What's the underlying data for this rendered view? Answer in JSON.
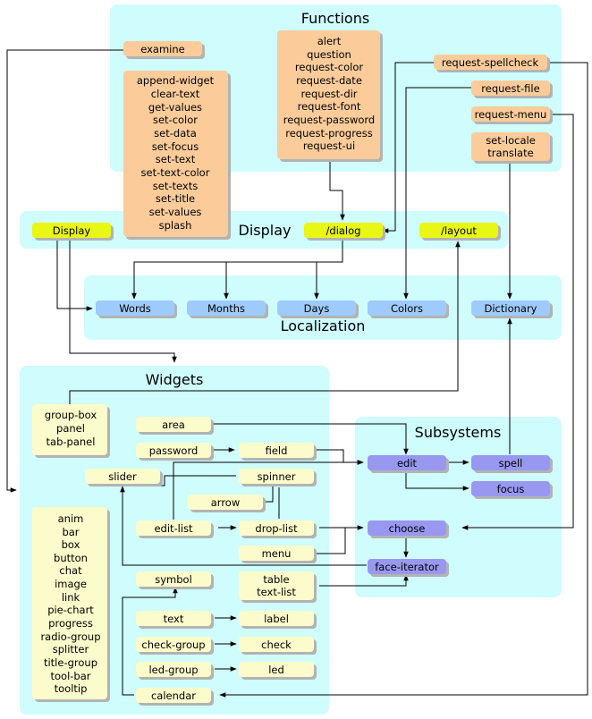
{
  "titles": {
    "functions": "Functions",
    "display": "Display",
    "localization": "Localization",
    "widgets": "Widgets",
    "subsystems": "Subsystems"
  },
  "functions": {
    "examine": "examine",
    "setters": [
      "append-widget",
      "clear-text",
      "get-values",
      "set-color",
      "set-data",
      "set-focus",
      "set-text",
      "set-text-color",
      "set-texts",
      "set-title",
      "set-values",
      "splash"
    ],
    "requests": [
      "alert",
      "question",
      "request-color",
      "request-date",
      "request-dir",
      "request-font",
      "request-password",
      "request-progress",
      "request-ui"
    ],
    "request_spellcheck": "request-spellcheck",
    "request_file": "request-file",
    "request_menu": "request-menu",
    "locale": [
      "set-locale",
      "translate"
    ]
  },
  "display": {
    "display": "Display",
    "dialog": "/dialog",
    "layout": "/layout"
  },
  "localization": {
    "words": "Words",
    "months": "Months",
    "days": "Days",
    "colors": "Colors",
    "dictionary": "Dictionary"
  },
  "widgets": {
    "panels": [
      "group-box",
      "panel",
      "tab-panel"
    ],
    "misc": [
      "anim",
      "bar",
      "box",
      "button",
      "chat",
      "image",
      "link",
      "pie-chart",
      "progress",
      "radio-group",
      "splitter",
      "title-group",
      "tool-bar",
      "tooltip"
    ],
    "area": "area",
    "password": "password",
    "field": "field",
    "slider": "slider",
    "spinner": "spinner",
    "arrow": "arrow",
    "edit_list": "edit-list",
    "drop_list": "drop-list",
    "menu": "menu",
    "symbol": "symbol",
    "tables": [
      "table",
      "text-list"
    ],
    "text": "text",
    "label": "label",
    "check_group": "check-group",
    "check": "check",
    "led_group": "led-group",
    "led": "led",
    "calendar": "calendar"
  },
  "subsystems": {
    "edit": "edit",
    "spell": "spell",
    "focus": "focus",
    "choose": "choose",
    "face_iterator": "face-iterator"
  },
  "colors": {
    "cluster": "#cffcfc",
    "function": "#fbcc9a",
    "widget": "#fbfbcb",
    "display": "#e8f713",
    "localization": "#9ecbfb",
    "subsystem": "#9898f0"
  }
}
